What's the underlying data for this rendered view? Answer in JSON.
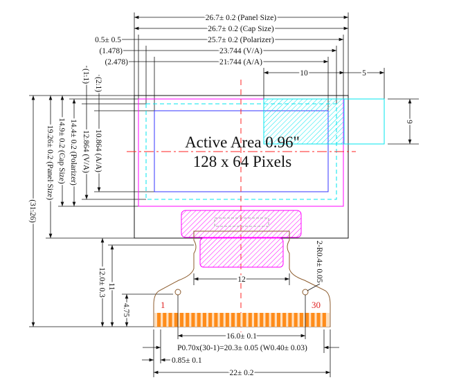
{
  "title_lines": {
    "line1": "Active Area 0.96\"",
    "line2": "128 x 64 Pixels"
  },
  "top_dims": {
    "panel": "26.7± 0.2 (Panel Size)",
    "cap": "26.7± 0.2 (Cap Size)",
    "polarizer": "25.7± 0.2 (Polarizer)",
    "polarizer_offset": "0.5± 0.5",
    "va": "23.744 (V/A)",
    "va_offset": "(1.478)",
    "aa": "21.744 (A/A)",
    "aa_offset": "(2.478)",
    "ten": "10",
    "five": "5"
  },
  "left_dims": {
    "total": "(31.26)",
    "panel": "19.26± 0.2 (Panel Size)",
    "cap": "14.9± 0.2 (Cap Size)",
    "polarizer": "14.4± 0.2 (Polarizer)",
    "va": "12.864 (V/A)",
    "aa": "10.864 (A/A)",
    "va_offset": "(1.1)",
    "aa_offset": "(2.1)",
    "fpc": "12.0± 0.3",
    "eleven": "11",
    "hole": "4.75"
  },
  "right_dims": {
    "nine": "9",
    "radius": "2-R0.4± 0.05"
  },
  "bottom_dims": {
    "twelve": "12",
    "hole_pitch": "16.0± 0.1",
    "pitch": "P0.70x(30-1)=20.3± 0.05 (W0.40± 0.03)",
    "edge": "0.85± 0.1",
    "width": "22± 0.2"
  },
  "pins": {
    "first": "1",
    "last": "30",
    "count": 30
  },
  "colors": {
    "magenta": "#ff00ff",
    "cyan": "#00e5ee",
    "blue": "#3333ff",
    "red": "#ff2020",
    "orange": "#ff8c1a",
    "brown": "#8b5a2b"
  }
}
